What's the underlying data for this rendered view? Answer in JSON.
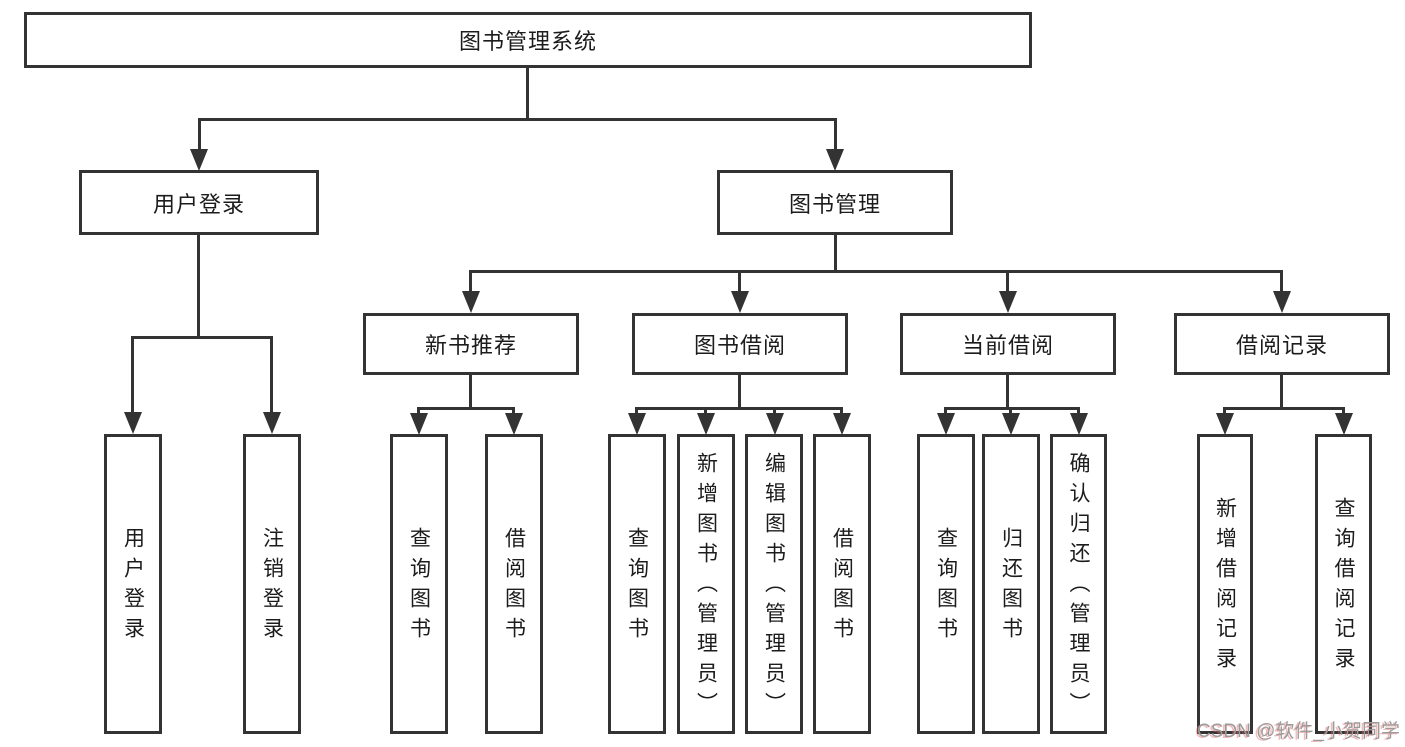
{
  "title": "图书管理系统",
  "level2": [
    "用户登录",
    "图书管理"
  ],
  "level3": [
    "新书推荐",
    "图书借阅",
    "当前借阅",
    "借阅记录"
  ],
  "leaves": [
    "用户登录",
    "注销登录",
    "查询图书",
    "借阅图书",
    "查询图书",
    "新增图书（管理员）",
    "编辑图书（管理员）",
    "借阅图书",
    "查询图书",
    "归还图书",
    "确认归还（管理员）",
    "新增借阅记录",
    "查询借阅记录"
  ],
  "watermark": "CSDN @软件_小贺同学",
  "colors": {
    "line": "#333333",
    "text": "#1c1c1c",
    "background": "#ffffff",
    "watermark": "#9b9b9b",
    "watermark_shadow": "#e26969"
  },
  "chart_type": "hierarchy-tree"
}
